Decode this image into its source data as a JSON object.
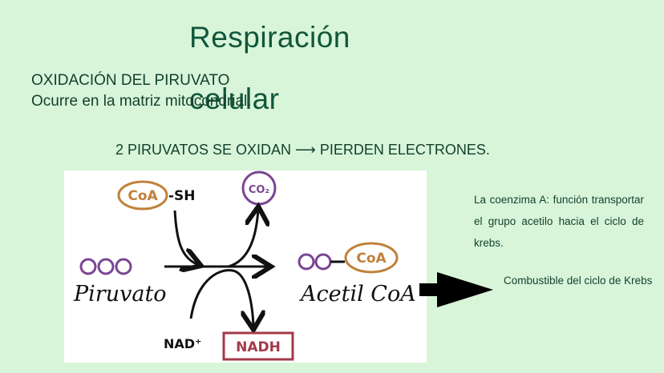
{
  "slide": {
    "title": "Respiración celular",
    "section_heading": "OXIDACIÓN DEL PIRUVATO",
    "section_sub": "Ocurre en la matriz mitocondrial.",
    "statement": "2 PIRUVATOS SE OXIDAN ⟶ PIERDEN ELECTRONES.",
    "note_coenzyme": "La coenzima A: función transportar el grupo acetilo hacia el ciclo de krebs.",
    "note_fuel": "Combustible del ciclo de Krebs"
  },
  "diagram": {
    "coa_label": "CoA",
    "sh_label": "-SH",
    "co2_label": "CO₂",
    "pyruvate_label": "Piruvato",
    "acetyl_coa_label": "Acetil CoA",
    "acetyl_coa_tag": "CoA",
    "nad_label": "NAD⁺",
    "nadh_label": "NADH",
    "colors": {
      "coa": "#c0803a",
      "co2": "#7a4593",
      "chain": "#7a4593",
      "nadh": "#a33a4a",
      "ink": "#111111"
    }
  },
  "colors": {
    "background": "#d8f5da",
    "title": "#11563a",
    "text": "#123f2c",
    "arrow": "#000000"
  }
}
